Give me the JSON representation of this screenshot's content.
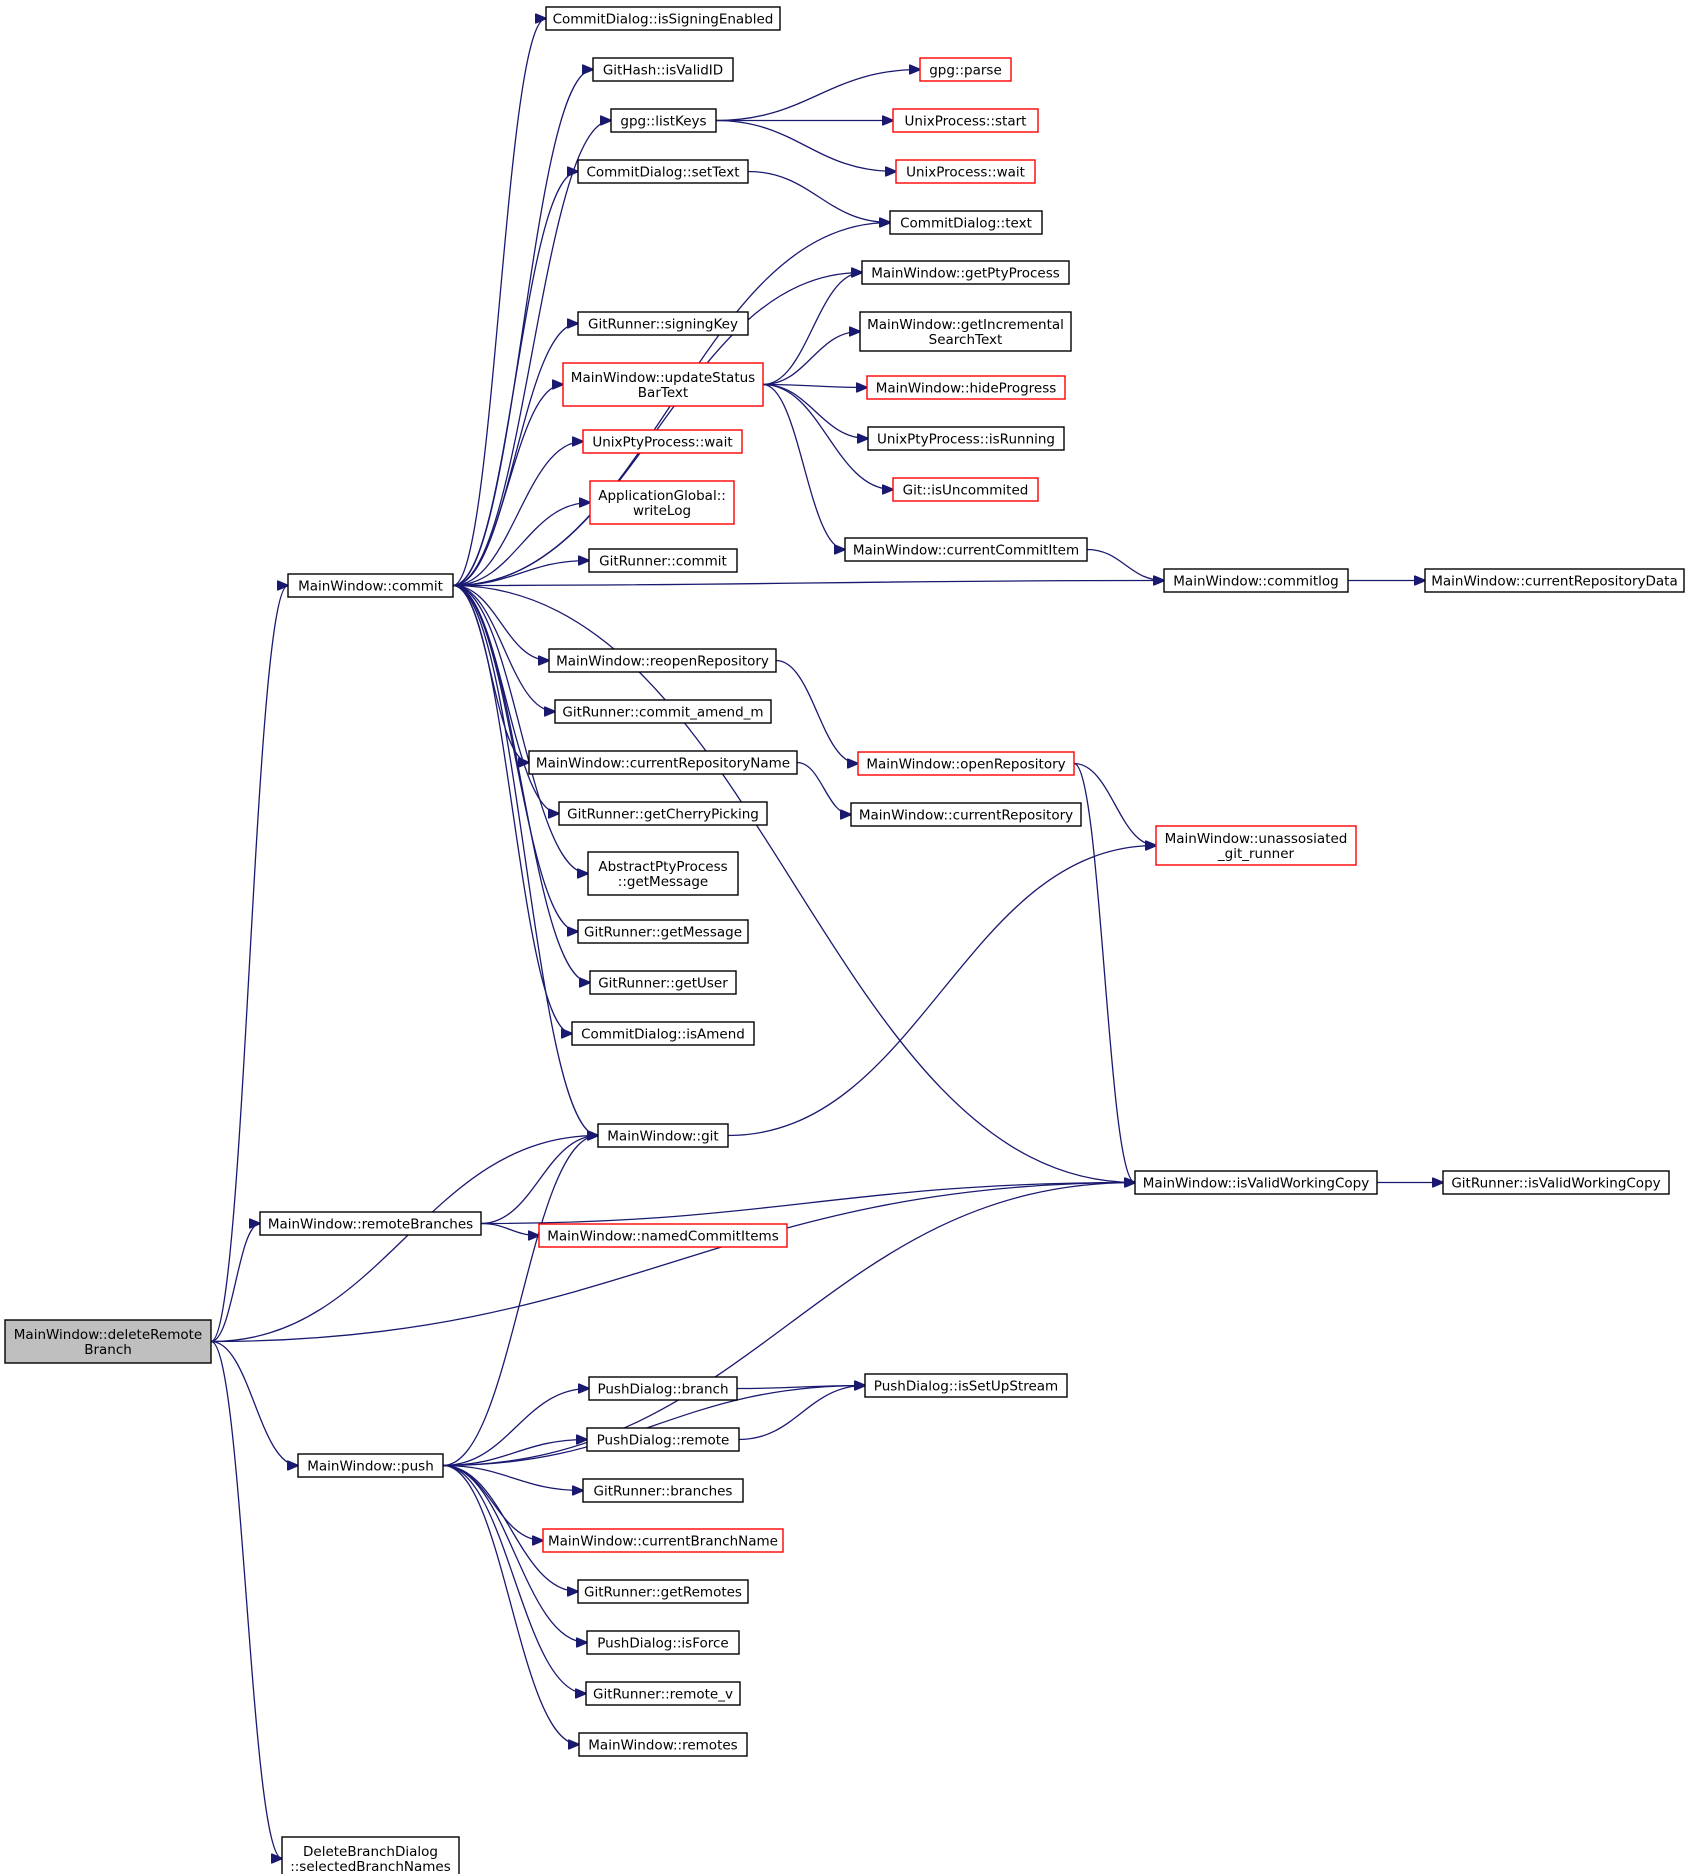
{
  "colors": {
    "edge": "#191970",
    "node_border": "#000000",
    "node_border_incomplete": "#ff0000",
    "root_fill": "#bfbfbf",
    "node_fill": "#ffffff"
  },
  "nodes": [
    {
      "id": "deleteRemoteBranch",
      "lines": [
        "MainWindow::deleteRemote",
        "Branch"
      ],
      "root": true
    },
    {
      "id": "commit",
      "lines": [
        "MainWindow::commit"
      ]
    },
    {
      "id": "remoteBranches",
      "lines": [
        "MainWindow::remoteBranches"
      ]
    },
    {
      "id": "push",
      "lines": [
        "MainWindow::push"
      ]
    },
    {
      "id": "selectedBranchNames",
      "lines": [
        "DeleteBranchDialog",
        "::selectedBranchNames"
      ]
    },
    {
      "id": "isSigningEnabled",
      "lines": [
        "CommitDialog::isSigningEnabled"
      ]
    },
    {
      "id": "isValidID",
      "lines": [
        "GitHash::isValidID"
      ]
    },
    {
      "id": "listKeys",
      "lines": [
        "gpg::listKeys"
      ]
    },
    {
      "id": "setText",
      "lines": [
        "CommitDialog::setText"
      ]
    },
    {
      "id": "signingKey",
      "lines": [
        "GitRunner::signingKey"
      ]
    },
    {
      "id": "updateStatusBarText",
      "lines": [
        "MainWindow::updateStatus",
        "BarText"
      ],
      "incomplete": true
    },
    {
      "id": "ptyWait",
      "lines": [
        "UnixPtyProcess::wait"
      ],
      "incomplete": true
    },
    {
      "id": "writeLog",
      "lines": [
        "ApplicationGlobal::",
        "writeLog"
      ],
      "incomplete": true
    },
    {
      "id": "runnerCommit",
      "lines": [
        "GitRunner::commit"
      ]
    },
    {
      "id": "reopenRepository",
      "lines": [
        "MainWindow::reopenRepository"
      ]
    },
    {
      "id": "commitAmend",
      "lines": [
        "GitRunner::commit_amend_m"
      ]
    },
    {
      "id": "currentRepositoryName",
      "lines": [
        "MainWindow::currentRepositoryName"
      ]
    },
    {
      "id": "getCherryPicking",
      "lines": [
        "GitRunner::getCherryPicking"
      ]
    },
    {
      "id": "ptyGetMessage",
      "lines": [
        "AbstractPtyProcess",
        "::getMessage"
      ]
    },
    {
      "id": "runnerGetMessage",
      "lines": [
        "GitRunner::getMessage"
      ]
    },
    {
      "id": "getUser",
      "lines": [
        "GitRunner::getUser"
      ]
    },
    {
      "id": "isAmend",
      "lines": [
        "CommitDialog::isAmend"
      ]
    },
    {
      "id": "git",
      "lines": [
        "MainWindow::git"
      ]
    },
    {
      "id": "namedCommitItems",
      "lines": [
        "MainWindow::namedCommitItems"
      ],
      "incomplete": true
    },
    {
      "id": "pdBranch",
      "lines": [
        "PushDialog::branch"
      ]
    },
    {
      "id": "pdRemote",
      "lines": [
        "PushDialog::remote"
      ]
    },
    {
      "id": "branches",
      "lines": [
        "GitRunner::branches"
      ]
    },
    {
      "id": "currentBranchName",
      "lines": [
        "MainWindow::currentBranchName"
      ],
      "incomplete": true
    },
    {
      "id": "getRemotes",
      "lines": [
        "GitRunner::getRemotes"
      ]
    },
    {
      "id": "isForce",
      "lines": [
        "PushDialog::isForce"
      ]
    },
    {
      "id": "remoteV",
      "lines": [
        "GitRunner::remote_v"
      ]
    },
    {
      "id": "remotes",
      "lines": [
        "MainWindow::remotes"
      ]
    },
    {
      "id": "gpgParse",
      "lines": [
        "gpg::parse"
      ],
      "incomplete": true
    },
    {
      "id": "upStart",
      "lines": [
        "UnixProcess::start"
      ],
      "incomplete": true
    },
    {
      "id": "upWait",
      "lines": [
        "UnixProcess::wait"
      ],
      "incomplete": true
    },
    {
      "id": "cdText",
      "lines": [
        "CommitDialog::text"
      ]
    },
    {
      "id": "getPtyProcess",
      "lines": [
        "MainWindow::getPtyProcess"
      ]
    },
    {
      "id": "getIncrementalSearchText",
      "lines": [
        "MainWindow::getIncremental",
        "SearchText"
      ]
    },
    {
      "id": "hideProgress",
      "lines": [
        "MainWindow::hideProgress"
      ],
      "incomplete": true
    },
    {
      "id": "isRunning",
      "lines": [
        "UnixPtyProcess::isRunning"
      ]
    },
    {
      "id": "isUncommited",
      "lines": [
        "Git::isUncommited"
      ],
      "incomplete": true
    },
    {
      "id": "currentCommitItem",
      "lines": [
        "MainWindow::currentCommitItem"
      ]
    },
    {
      "id": "openRepository",
      "lines": [
        "MainWindow::openRepository"
      ],
      "incomplete": true
    },
    {
      "id": "currentRepository",
      "lines": [
        "MainWindow::currentRepository"
      ]
    },
    {
      "id": "isSetUpStream",
      "lines": [
        "PushDialog::isSetUpStream"
      ]
    },
    {
      "id": "commitlog",
      "lines": [
        "MainWindow::commitlog"
      ]
    },
    {
      "id": "currentRepositoryData",
      "lines": [
        "MainWindow::currentRepositoryData"
      ]
    },
    {
      "id": "unassosiated",
      "lines": [
        "MainWindow::unassosiated",
        "_git_runner"
      ],
      "incomplete": true
    },
    {
      "id": "isValidWorkingCopy",
      "lines": [
        "MainWindow::isValidWorkingCopy"
      ]
    },
    {
      "id": "runnerIsValidWorkingCopy",
      "lines": [
        "GitRunner::isValidWorkingCopy"
      ]
    }
  ],
  "edges": [
    [
      "deleteRemoteBranch",
      "commit"
    ],
    [
      "deleteRemoteBranch",
      "git"
    ],
    [
      "deleteRemoteBranch",
      "remoteBranches"
    ],
    [
      "deleteRemoteBranch",
      "push"
    ],
    [
      "deleteRemoteBranch",
      "isValidWorkingCopy"
    ],
    [
      "deleteRemoteBranch",
      "selectedBranchNames"
    ],
    [
      "commit",
      "isSigningEnabled"
    ],
    [
      "commit",
      "isValidID"
    ],
    [
      "commit",
      "listKeys"
    ],
    [
      "commit",
      "setText"
    ],
    [
      "commit",
      "cdText"
    ],
    [
      "commit",
      "getPtyProcess"
    ],
    [
      "commit",
      "signingKey"
    ],
    [
      "commit",
      "updateStatusBarText"
    ],
    [
      "commit",
      "ptyWait"
    ],
    [
      "commit",
      "writeLog"
    ],
    [
      "commit",
      "runnerCommit"
    ],
    [
      "commit",
      "commitlog"
    ],
    [
      "commit",
      "reopenRepository"
    ],
    [
      "commit",
      "commitAmend"
    ],
    [
      "commit",
      "currentRepositoryName"
    ],
    [
      "commit",
      "getCherryPicking"
    ],
    [
      "commit",
      "ptyGetMessage"
    ],
    [
      "commit",
      "runnerGetMessage"
    ],
    [
      "commit",
      "getUser"
    ],
    [
      "commit",
      "isAmend"
    ],
    [
      "commit",
      "git"
    ],
    [
      "commit",
      "isValidWorkingCopy"
    ],
    [
      "listKeys",
      "gpgParse"
    ],
    [
      "listKeys",
      "upStart"
    ],
    [
      "listKeys",
      "upWait"
    ],
    [
      "setText",
      "cdText"
    ],
    [
      "updateStatusBarText",
      "getPtyProcess"
    ],
    [
      "updateStatusBarText",
      "getIncrementalSearchText"
    ],
    [
      "updateStatusBarText",
      "hideProgress"
    ],
    [
      "updateStatusBarText",
      "isRunning"
    ],
    [
      "updateStatusBarText",
      "isUncommited"
    ],
    [
      "updateStatusBarText",
      "currentCommitItem"
    ],
    [
      "currentCommitItem",
      "commitlog"
    ],
    [
      "commitlog",
      "currentRepositoryData"
    ],
    [
      "reopenRepository",
      "openRepository"
    ],
    [
      "openRepository",
      "unassosiated"
    ],
    [
      "openRepository",
      "isValidWorkingCopy"
    ],
    [
      "currentRepositoryName",
      "currentRepository"
    ],
    [
      "git",
      "unassosiated"
    ],
    [
      "remoteBranches",
      "git"
    ],
    [
      "remoteBranches",
      "isValidWorkingCopy"
    ],
    [
      "remoteBranches",
      "namedCommitItems"
    ],
    [
      "isValidWorkingCopy",
      "runnerIsValidWorkingCopy"
    ],
    [
      "push",
      "git"
    ],
    [
      "push",
      "isValidWorkingCopy"
    ],
    [
      "push",
      "isSetUpStream"
    ],
    [
      "push",
      "pdBranch"
    ],
    [
      "push",
      "pdRemote"
    ],
    [
      "push",
      "branches"
    ],
    [
      "push",
      "currentBranchName"
    ],
    [
      "push",
      "getRemotes"
    ],
    [
      "push",
      "isForce"
    ],
    [
      "push",
      "remoteV"
    ],
    [
      "push",
      "remotes"
    ],
    [
      "pdBranch",
      "isSetUpStream"
    ],
    [
      "pdRemote",
      "isSetUpStream"
    ]
  ]
}
